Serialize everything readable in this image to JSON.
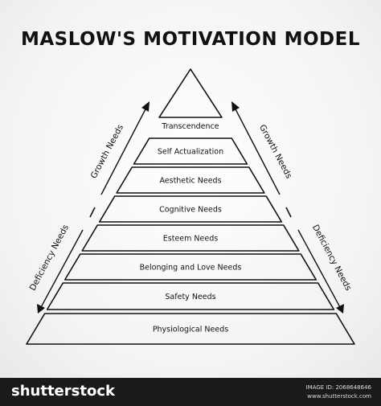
{
  "title": "MASLOW'S MOTIVATION MODEL",
  "levels": [
    "Transcendence",
    "Self Actualization",
    "Aesthetic Needs",
    "Cognitive Needs",
    "Esteem Needs",
    "Belonging and Love Needs",
    "Safety Needs",
    "Physiological Needs"
  ],
  "left_labels": {
    "upper": "Growth Needs",
    "lower": "Deficiency Needs"
  },
  "right_labels": {
    "upper": "Growth Needs",
    "lower": "Deficiency Needs"
  },
  "footer": {
    "brand": "shutterstock",
    "image_id": "IMAGE ID: 2068648646",
    "site": "www.shutterstock.com"
  },
  "colors": {
    "ink": "#111111",
    "footer_bg": "#1a1a1a"
  }
}
